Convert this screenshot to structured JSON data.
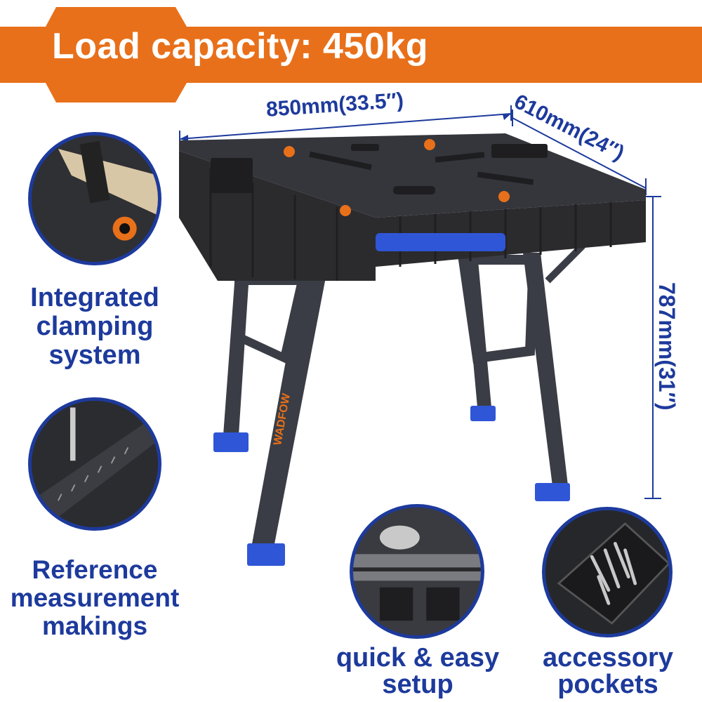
{
  "banner": {
    "title": "Load capacity: 450kg",
    "color": "#e8701a"
  },
  "dimensions": {
    "width": "850mm(33.5″)",
    "depth": "610mm(24″)",
    "height": "787mm(31″)"
  },
  "features": [
    {
      "lines": [
        "Integrated",
        "clamping",
        "system"
      ]
    },
    {
      "lines": [
        "Reference",
        "measurement",
        "makings"
      ]
    },
    {
      "lines": [
        "quick & easy",
        "setup"
      ]
    },
    {
      "lines": [
        "accessory",
        "pockets"
      ]
    }
  ],
  "product": {
    "brand": "WADFOW"
  },
  "colors": {
    "accent_blue": "#1d3a9c",
    "brand_orange": "#e8701a",
    "bench_black": "#2b2b2e"
  }
}
